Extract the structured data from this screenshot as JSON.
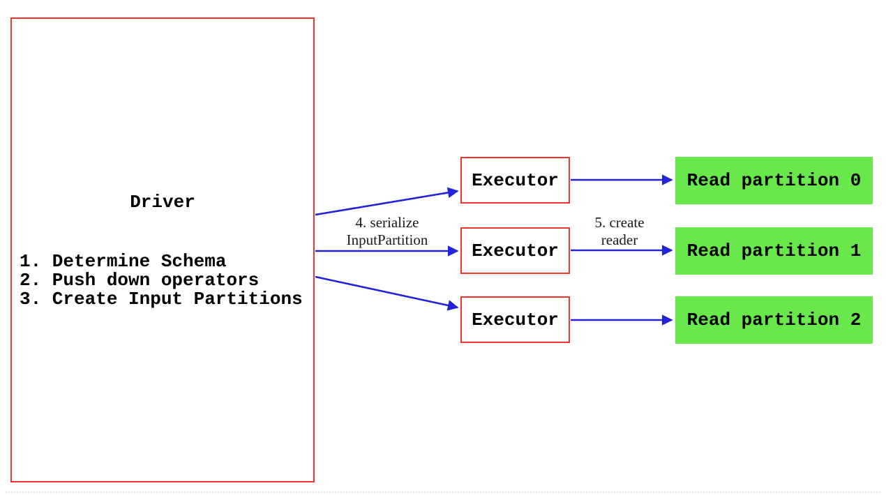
{
  "diagram": {
    "driver": {
      "title": "Driver",
      "steps": [
        "1. Determine Schema",
        "2. Push down operators",
        "3. Create Input Partitions"
      ]
    },
    "executors": [
      {
        "label": "Executor"
      },
      {
        "label": "Executor"
      },
      {
        "label": "Executor"
      }
    ],
    "partitions": [
      {
        "label": "Read partition 0"
      },
      {
        "label": "Read partition 1"
      },
      {
        "label": "Read partition 2"
      }
    ],
    "arrow_labels": {
      "serialize": [
        "4. serialize",
        "InputPartition"
      ],
      "create_reader": [
        "5. create",
        "reader"
      ]
    },
    "colors": {
      "node_border": "#ee352b",
      "arrow": "#2222d8",
      "partition_fill": "#69e84b",
      "text": "#000000",
      "background": "#ffffff"
    }
  }
}
